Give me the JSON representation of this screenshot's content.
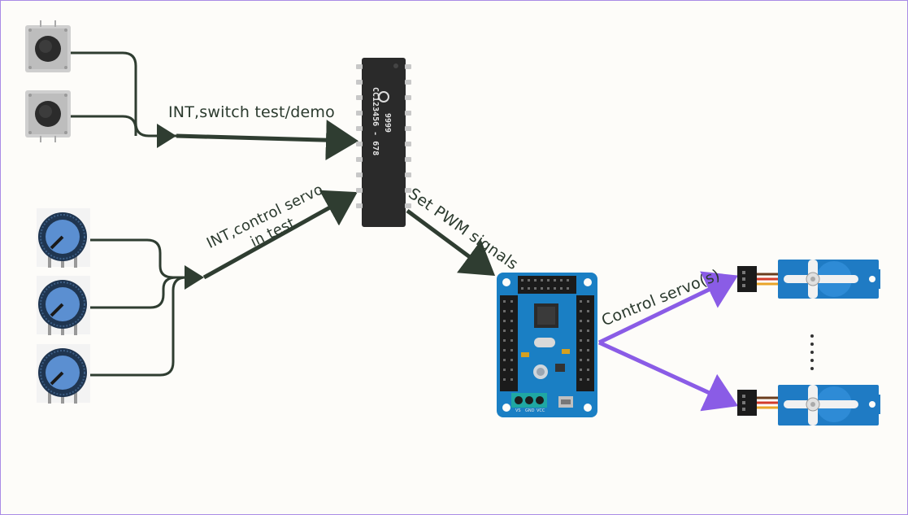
{
  "labels": {
    "switch_arrow": "INT,switch test/demo",
    "pot_arrow_line1": "INT,control servo",
    "pot_arrow_line2": "in test",
    "pwm_arrow": "Set PWM signals",
    "servo_arrow": "Control servo(s)",
    "ellipsis": "⋮"
  },
  "chip": {
    "line1": "9999",
    "line2": "CC123456 - 678"
  },
  "board": {
    "pin_labels": [
      "VS",
      "GND",
      "VCC"
    ]
  },
  "colors": {
    "wire": "#2f3d31",
    "servo_arrow": "#8a5ce6",
    "chip_body": "#2a2a2a",
    "board": "#1a7fc4",
    "servo_body": "#1f7bc4",
    "knob": "#5b8fd1",
    "button_base": "#c9c9c9"
  },
  "icons": [
    "push-button-icon",
    "potentiometer-icon",
    "microcontroller-icon",
    "servo-driver-board-icon",
    "servo-motor-icon"
  ]
}
